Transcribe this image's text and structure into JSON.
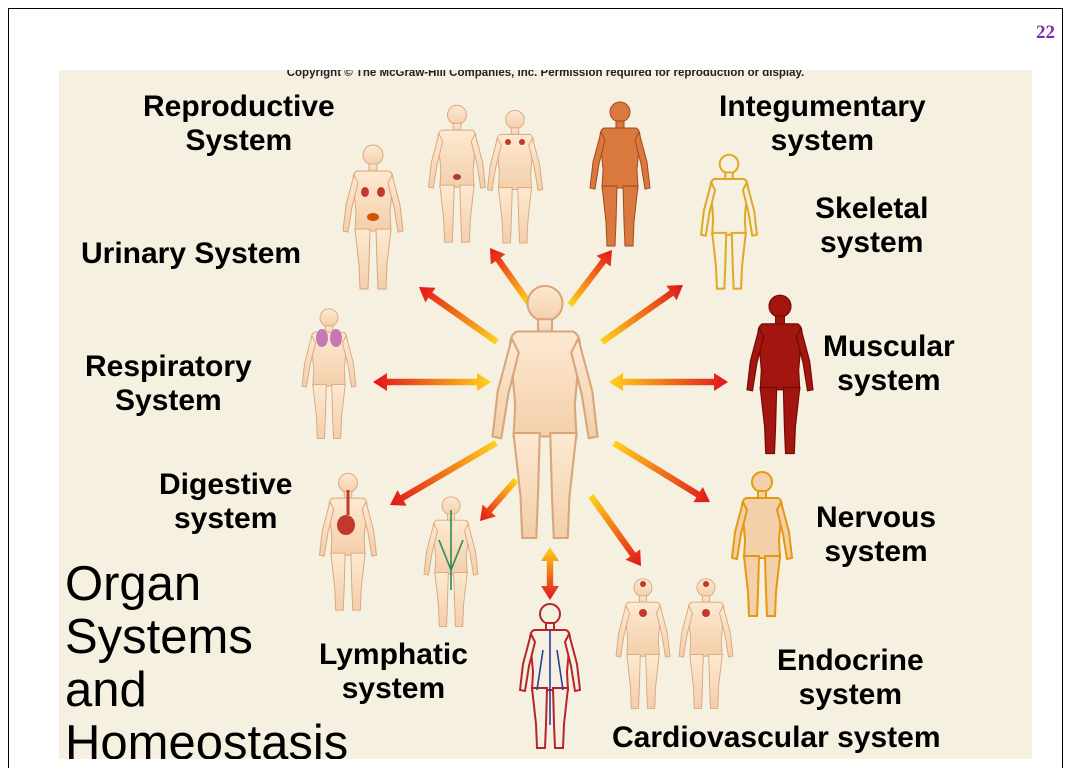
{
  "page_number": "22",
  "copyright": "Copyright © The McGraw-Hill Companies, Inc. Permission required for reproduction or display.",
  "labels": {
    "reproductive": [
      "Reproductive",
      "System"
    ],
    "integumentary": [
      "Integumentary",
      "system"
    ],
    "skeletal": [
      "Skeletal",
      "system"
    ],
    "urinary": [
      "Urinary System"
    ],
    "muscular": [
      "Muscular",
      "system"
    ],
    "respiratory": [
      "Respiratory",
      "System"
    ],
    "digestive": [
      "Digestive",
      "system"
    ],
    "nervous": [
      "Nervous",
      "system"
    ],
    "lymphatic": [
      "Lymphatic",
      "system"
    ],
    "endocrine": [
      "Endocrine",
      "system"
    ],
    "cardiovascular": [
      "Cardiovascular system"
    ]
  },
  "title_lines": [
    "Organ",
    "Systems",
    "and",
    "Homeostasis"
  ],
  "colors": {
    "page_number": "#7b2fa6",
    "panel_background": "#f6f0e1",
    "arrow_inner": "#ffd21a",
    "arrow_outer": "#e1141b"
  }
}
